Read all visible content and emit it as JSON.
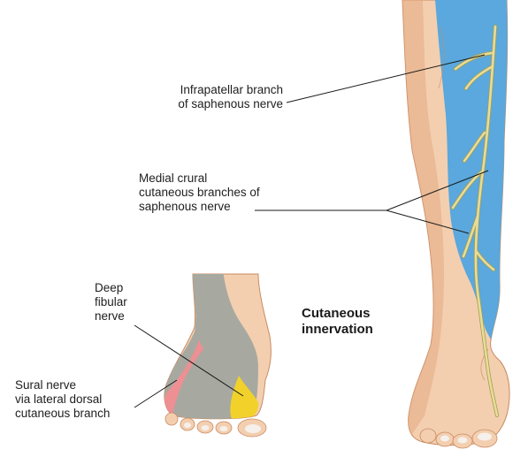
{
  "labels": {
    "infrapatellar": [
      "Infrapatellar branch",
      "of saphenous nerve"
    ],
    "medial_crural": [
      "Medial crural",
      "cutaneous branches of",
      "saphenous nerve"
    ],
    "deep_fibular": [
      "Deep",
      "fibular",
      "nerve"
    ],
    "sural": [
      "Sural nerve",
      "via lateral dorsal",
      "cutaneous branch"
    ],
    "title": [
      "Cutaneous",
      "innervation"
    ]
  },
  "colors": {
    "skin": "#f3cfb0",
    "skin_shadow": "#e3aa82",
    "skin_outline": "#c98b62",
    "saphenous_region": "#5aa8dd",
    "fibular_region": "#a7a9a0",
    "deep_fibular_region": "#f2d22a",
    "sural_region": "#ee8f94",
    "nerve": "#e6dd9a",
    "nerve_outline": "#a99c4e",
    "toenail": "#f6f0ec",
    "leader": "#1a1a1a"
  }
}
